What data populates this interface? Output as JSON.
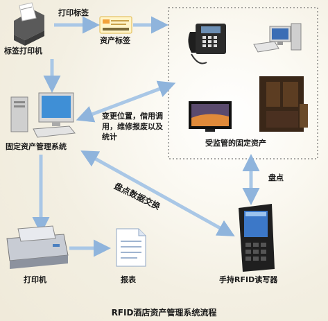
{
  "nodes": {
    "label_printer": "标签打印机",
    "print_label": "打印标签",
    "asset_tag": "资产标签",
    "fixed_asset_system": "固定资产管理系统",
    "supervised_assets": "受监管的固定资产",
    "printer": "打印机",
    "report": "报表",
    "rfid_reader": "手持RFID读写器"
  },
  "edges": {
    "change_actions": "变更位置，借用调用，维修报废以及统计",
    "inventory_exchange": "盘点数据交换",
    "inventory": "盘点"
  },
  "caption": "RFID酒店资产管理系统流程",
  "colors": {
    "arrow": "#a9c7e6",
    "arrow_stroke": "#7fa6cf",
    "dashed_box": "#555555"
  }
}
